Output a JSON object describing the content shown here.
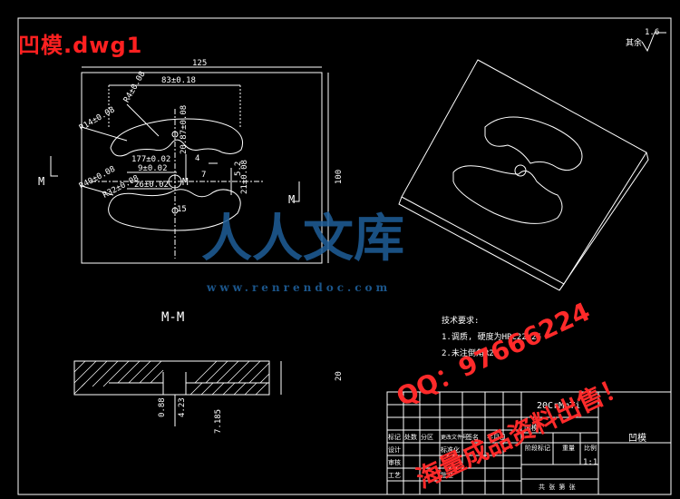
{
  "title": "凹模.dwg1",
  "roughness": {
    "label": "其余",
    "value": "1.6"
  },
  "dims": {
    "d125": "125",
    "d8316": "83±0.18",
    "d100": "100",
    "dR4": "R4±0.08",
    "dR14": "R14±0.08",
    "dR40": "R40±0.08",
    "dR32": "R32±0.08",
    "d177": "177±0.02",
    "d9002": "9±0.02",
    "d2602": "26±0.02",
    "d20872": "20.87±0.08",
    "d4": "4",
    "d52": "5.2",
    "d21": "21±0.08",
    "d15": "15",
    "d7": "7",
    "d20": "20",
    "d088": "0.88",
    "d423": "4.23",
    "d7185": "7.185"
  },
  "section": {
    "arrow_left": "M",
    "arrow_right": "M",
    "center": "M",
    "view": "M-M"
  },
  "notes": {
    "heading": "技术要求:",
    "line1": "1.调质, 硬度为HRC22-26",
    "line2": "2.未注倒角R2"
  },
  "titleblock": {
    "material": "20CrMnTi",
    "part_name": "凹模",
    "scale": "1:1",
    "c1": "标记",
    "c2": "处数",
    "c3": "分区",
    "c4": "更改文件号",
    "c5": "签名",
    "c6": "年月日",
    "design": "设计",
    "std": "标准化",
    "review": "审核",
    "process": "工艺",
    "approve": "批准",
    "stage": "阶段标记",
    "weight": "重量",
    "ratio": "比例",
    "sheets": "共 张 第 张",
    "unit": "凹模"
  },
  "watermark": {
    "brand": "人人文库",
    "url": "www.renrendoc.com",
    "qq": "QQ：97666224",
    "sale": "海量成品资料出售！"
  }
}
